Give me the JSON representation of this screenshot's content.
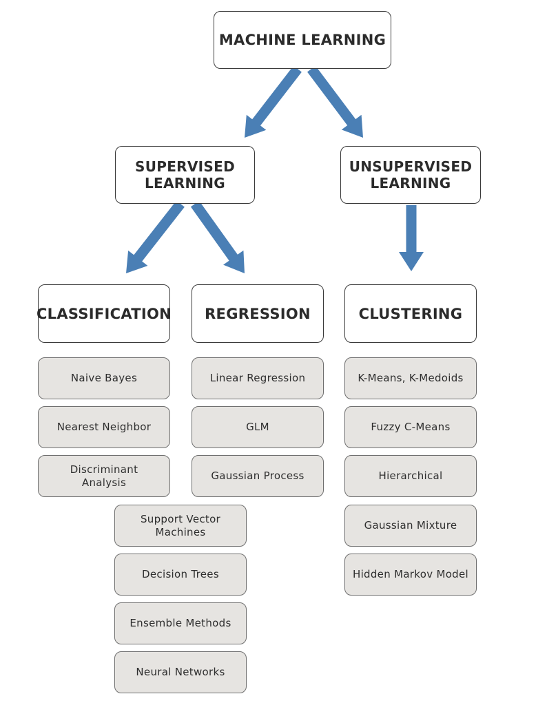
{
  "diagram": {
    "root": "MACHINE LEARNING",
    "supervised": "SUPERVISED\nLEARNING",
    "unsupervised": "UNSUPERVISED\nLEARNING",
    "classification": {
      "title": "CLASSIFICATION",
      "items": [
        "Naive Bayes",
        "Nearest Neighbor",
        "Discriminant\nAnalysis"
      ],
      "shared_items": [
        "Support Vector\nMachines",
        "Decision Trees",
        "Ensemble Methods",
        "Neural Networks"
      ]
    },
    "regression": {
      "title": "REGRESSION",
      "items": [
        "Linear Regression",
        "GLM",
        "Gaussian Process"
      ]
    },
    "clustering": {
      "title": "CLUSTERING",
      "items": [
        "K-Means, K-Medoids",
        "Fuzzy C-Means",
        "Hierarchical",
        "Gaussian Mixture",
        "Hidden Markov Model"
      ]
    }
  },
  "colors": {
    "arrow": "#4a7fb5",
    "leaf_fill": "#e6e4e1",
    "header_border": "#3a3a3a"
  }
}
